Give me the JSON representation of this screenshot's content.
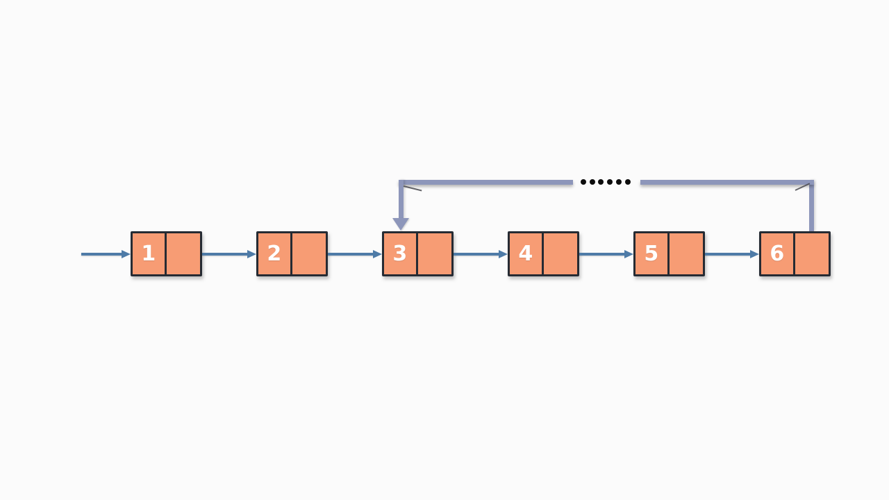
{
  "diagram": {
    "type": "singly-linked-list-with-cycle",
    "colors": {
      "background": "#fbfbfb",
      "node_fill": "#f79c74",
      "node_border": "#262b33",
      "node_text": "#ffffff",
      "next_arrow": "#4e7ba7",
      "cycle_edge": "#8d96ba",
      "ellipsis_dot": "#0d0d0d"
    },
    "nodes": [
      {
        "label": "1"
      },
      {
        "label": "2"
      },
      {
        "label": "3"
      },
      {
        "label": "4"
      },
      {
        "label": "5"
      },
      {
        "label": "6"
      }
    ],
    "edges": [
      {
        "from": "head",
        "to": "1",
        "kind": "next"
      },
      {
        "from": "1",
        "to": "2",
        "kind": "next"
      },
      {
        "from": "2",
        "to": "3",
        "kind": "next"
      },
      {
        "from": "3",
        "to": "4",
        "kind": "next"
      },
      {
        "from": "4",
        "to": "5",
        "kind": "next"
      },
      {
        "from": "5",
        "to": "6",
        "kind": "next"
      },
      {
        "from": "6",
        "to": "3",
        "kind": "cycle"
      }
    ],
    "ellipsis_dot_count": 6
  }
}
